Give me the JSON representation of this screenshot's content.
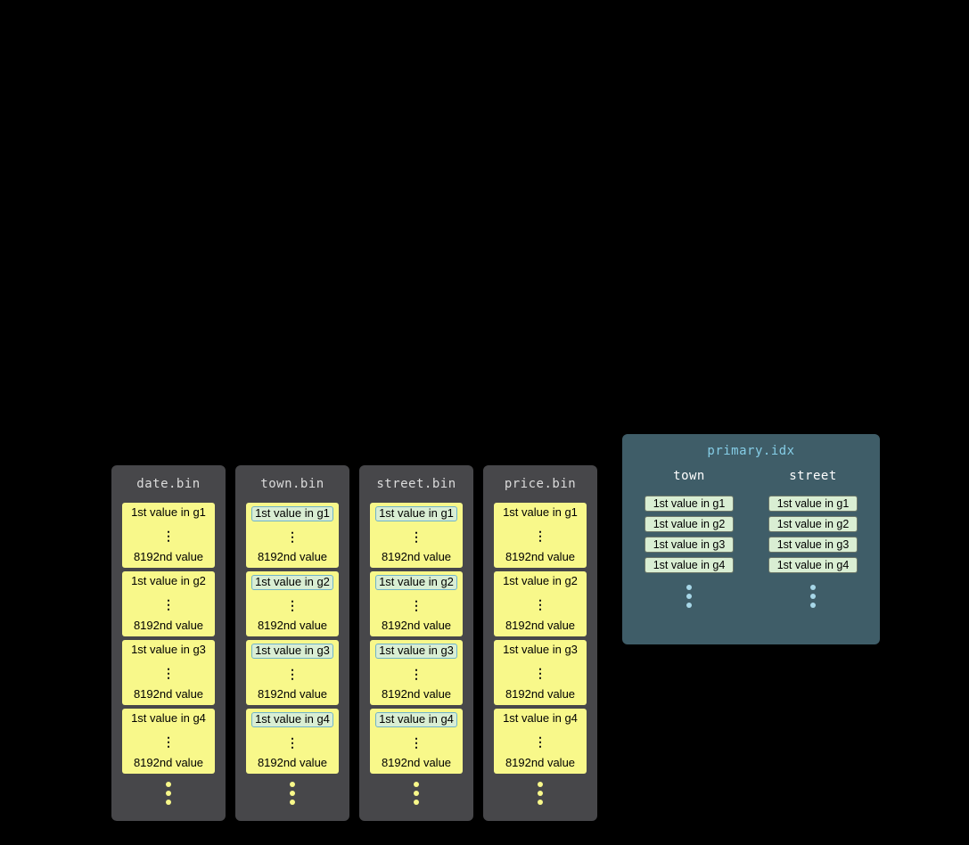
{
  "glyphs": {
    "vertical_ellipsis": "⋮"
  },
  "colors": {
    "background": "#000000",
    "card_background": "#47474a",
    "card_title_text": "#dcdcdc",
    "granule_block": "#f8f88a",
    "highlight_fill": "#d9eed3",
    "highlight_border": "#6fb3c9",
    "index_panel": "#3f5d68",
    "index_title_text": "#85cde6",
    "index_header_text": "#ffffff",
    "index_entry_fill": "#d9eed3",
    "index_dots": "#a7d7e8",
    "card_dots": "#f8f88a"
  },
  "bin_files": [
    {
      "title": "date.bin",
      "groups": [
        {
          "first": "1st value in g1",
          "last": "8192nd value"
        },
        {
          "first": "1st value in g2",
          "last": "8192nd value"
        },
        {
          "first": "1st value in g3",
          "last": "8192nd value"
        },
        {
          "first": "1st value in g4",
          "last": "8192nd value"
        }
      ]
    },
    {
      "title": "town.bin",
      "groups": [
        {
          "first": "1st value in g1",
          "last": "8192nd value"
        },
        {
          "first": "1st value in g2",
          "last": "8192nd value"
        },
        {
          "first": "1st value in g3",
          "last": "8192nd value"
        },
        {
          "first": "1st value in g4",
          "last": "8192nd value"
        }
      ]
    },
    {
      "title": "street.bin",
      "groups": [
        {
          "first": "1st value in g1",
          "last": "8192nd value"
        },
        {
          "first": "1st value in g2",
          "last": "8192nd value"
        },
        {
          "first": "1st value in g3",
          "last": "8192nd value"
        },
        {
          "first": "1st value in g4",
          "last": "8192nd value"
        }
      ]
    },
    {
      "title": "price.bin",
      "groups": [
        {
          "first": "1st value in g1",
          "last": "8192nd value"
        },
        {
          "first": "1st value in g2",
          "last": "8192nd value"
        },
        {
          "first": "1st value in g3",
          "last": "8192nd value"
        },
        {
          "first": "1st value in g4",
          "last": "8192nd value"
        }
      ]
    }
  ],
  "primary_index": {
    "title": "primary.idx",
    "columns": [
      {
        "header": "town",
        "entries": [
          "1st value in g1",
          "1st value in g2",
          "1st value in g3",
          "1st value in g4"
        ]
      },
      {
        "header": "street",
        "entries": [
          "1st value in g1",
          "1st value in g2",
          "1st value in g3",
          "1st value in g4"
        ]
      }
    ]
  }
}
